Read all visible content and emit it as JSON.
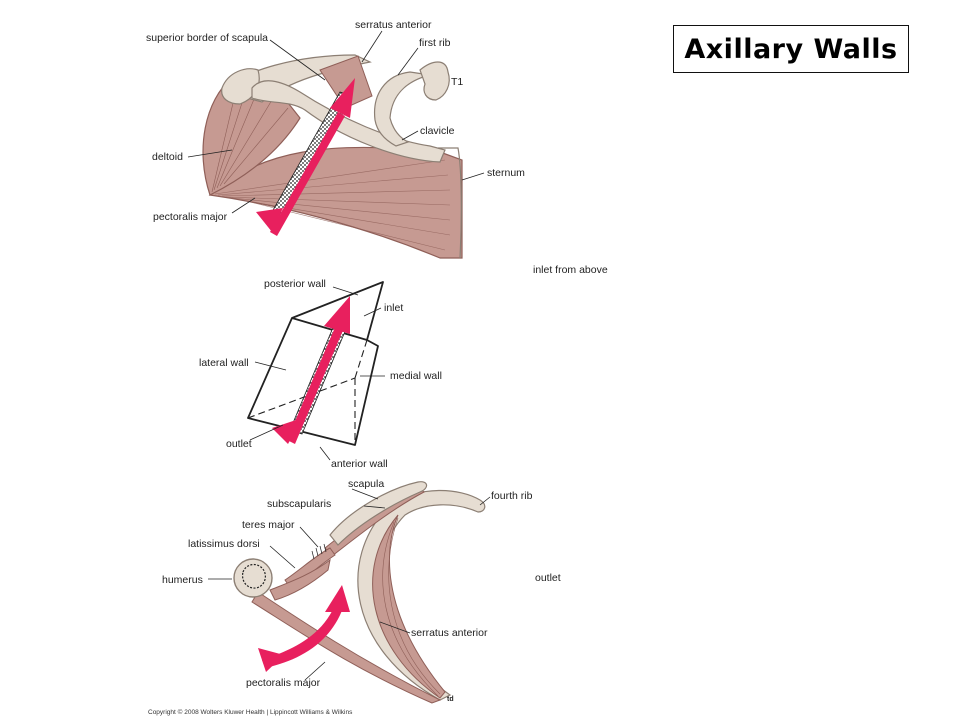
{
  "title": "Axillary Walls",
  "copyright": "Copyright © 2008 Wolters Kluwer Health | Lippincott Williams & Wilkins",
  "artist_mark": "td",
  "colors": {
    "muscle": "#c69a92",
    "muscle_dark": "#8f5f58",
    "bone": "#e6ddd2",
    "bone_edge": "#8c7f74",
    "arrow": "#e8205e",
    "line": "#222222"
  },
  "panels": {
    "top": {
      "labels": {
        "superior_border": "superior border of scapula",
        "serratus_anterior": "serratus anterior",
        "first_rib": "first rib",
        "t1": "T1",
        "clavicle": "clavicle",
        "deltoid": "deltoid",
        "sternum": "sternum",
        "pectoralis_major": "pectoralis major"
      },
      "caption": "inlet from above"
    },
    "middle": {
      "labels": {
        "posterior_wall": "posterior wall",
        "inlet": "inlet",
        "lateral_wall": "lateral wall",
        "medial_wall": "medial wall",
        "outlet": "outlet",
        "anterior_wall": "anterior wall"
      }
    },
    "bottom": {
      "labels": {
        "scapula": "scapula",
        "fourth_rib": "fourth rib",
        "subscapularis": "subscapularis",
        "teres_major": "teres major",
        "latissimus_dorsi": "latissimus dorsi",
        "humerus": "humerus",
        "serratus_anterior": "serratus anterior",
        "pectoralis_major": "pectoralis major"
      },
      "caption": "outlet"
    }
  }
}
